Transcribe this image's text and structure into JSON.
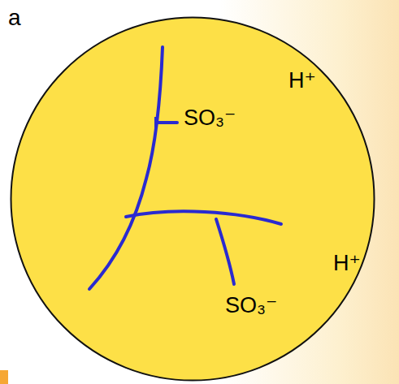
{
  "diagram": {
    "nodes": [
      {
        "text": [
          "H⁺",
          "SO₃⁻",
          "H⁺",
          "SO₃⁻"
        ]
      }
    ],
    "labels": [
      "a"
    ]
  }
}
